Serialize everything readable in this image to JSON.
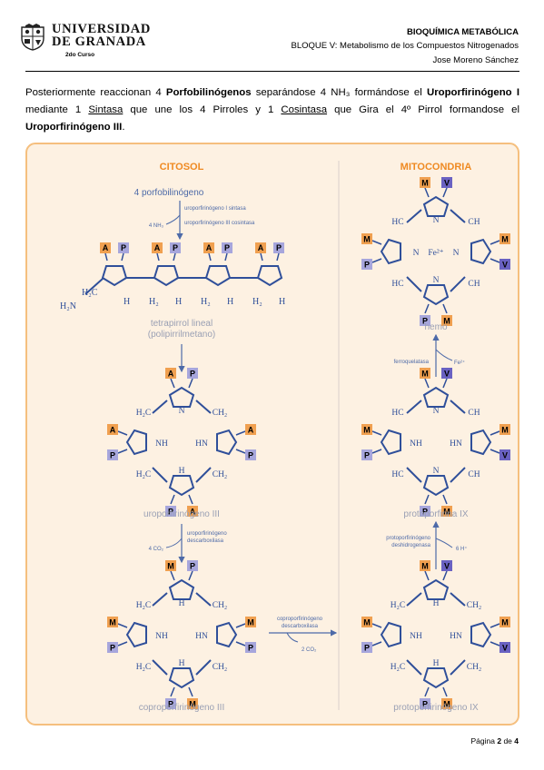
{
  "header": {
    "university_line1": "UNIVERSIDAD",
    "university_line2": "DE GRANADA",
    "course": "2do Curso",
    "title": "BIOQUÍMICA METABÓLICA",
    "block": "BLOQUE V: Metabolismo de los Compuestos Nitrogenados",
    "author": "Jose Moreno Sánchez"
  },
  "paragraph": {
    "t1": "Posteriormente reaccionan 4 ",
    "t2": "Porfobilinógenos",
    "t3": " separándose 4 NH₃ formándose el ",
    "t4": "Uroporfirinógeno I",
    "t5": " mediante 1 ",
    "t6": "Sintasa",
    "t7": " que une los 4 Pirroles y 1 ",
    "t8": "Cosintasa",
    "t9": " que Gira el 4º Pirrol formandose el ",
    "t10": "Uroporfirinógeno III",
    "t11": "."
  },
  "figure": {
    "citosol": "CITOSOL",
    "mitocondria": "MITOCONDRIA",
    "porfobilinogeno": "4 porfobilinógeno",
    "uro1_synthase": "uroporfirinógeno I sintasa",
    "nh3": "4 NH₃",
    "uro3_cosynthase": "uroporfirinógeno III cosintasa",
    "h2n": "H₂N",
    "h2c": "H₂C",
    "h2": "H₂",
    "h": "H",
    "nh": "NH",
    "hn": "HN",
    "n": "N",
    "ch2": "CH₂",
    "ch": "CH",
    "hc": "HC",
    "fe": "Fe²⁺",
    "tetrapirrol_1": "tetrapirrol lineal",
    "tetrapirrol_2": "(polipirrilmetano)",
    "uroporfirinogeno_iii": "uroporfirinógeno III",
    "uro_decarboxylase_1": "uroporfirinógeno",
    "uro_decarboxylase_2": "descarboxilasa",
    "co2_4": "4 CO₂",
    "coproporfirinogeno_iii": "coproporfirinógeno III",
    "copro_decarboxylase_1": "coproporfirinógeno",
    "copro_decarboxylase_2": "descarboxilasa",
    "co2_2": "2 CO₂",
    "protoporfirinogeno_ix": "protoporfirinógeno IX",
    "proto_dehydrogenase_1": "protoporfirinógeno",
    "proto_dehydrogenase_2": "deshidrogenasa",
    "h_6": "6 H⁺",
    "protoporfirina_ix": "protoporfirina IX",
    "ferroquelatasa": "ferroquelatasa",
    "fe_in": "Fe²⁺",
    "hemo": "hemo",
    "A": "A",
    "P": "P",
    "M": "M",
    "V": "V"
  },
  "footer": {
    "label": "Página ",
    "current": "2",
    "of": " de ",
    "total": "4"
  },
  "colors": {
    "orange_badge": "#f0a050",
    "lavender_badge": "#a7a6dc",
    "violet_badge": "#6a62c2",
    "structure_blue": "#2f4f9a",
    "text_blue": "#4d6aa8",
    "label_gray": "#9aa0b4",
    "orange_title": "#ef8a22",
    "panel_border": "#f5bf7e",
    "panel_bg": "#fdf1e2"
  }
}
